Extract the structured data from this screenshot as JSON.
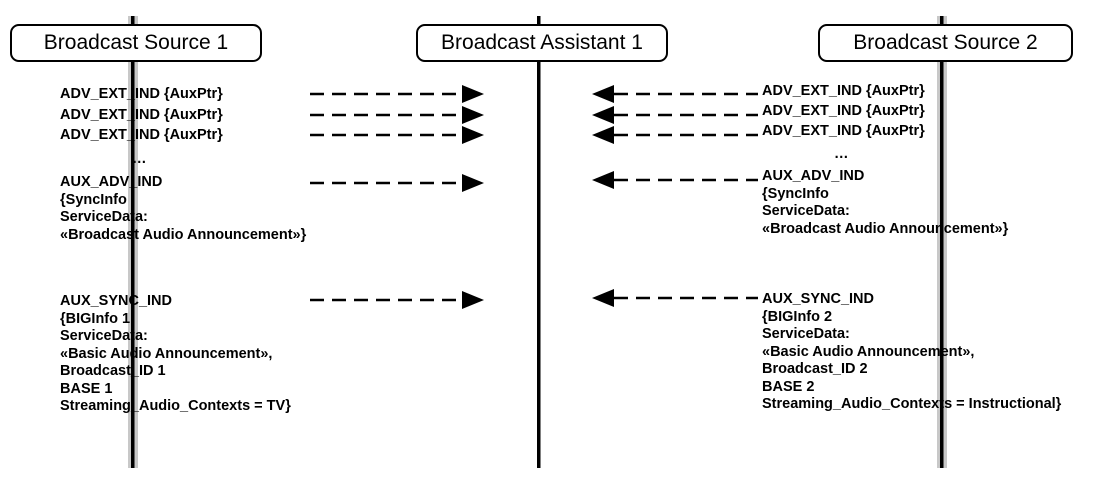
{
  "nodes": {
    "source1": "Broadcast Source 1",
    "assistant": "Broadcast Assistant 1",
    "source2": "Broadcast Source 2"
  },
  "left_messages": {
    "adv_ext_1": "ADV_EXT_IND {AuxPtr}",
    "adv_ext_2": "ADV_EXT_IND {AuxPtr}",
    "adv_ext_3": "ADV_EXT_IND {AuxPtr}",
    "ellipsis": "…",
    "aux_adv": [
      "AUX_ADV_IND",
      "{SyncInfo",
      "ServiceData:",
      "«Broadcast Audio Announcement»}"
    ],
    "aux_sync": [
      "AUX_SYNC_IND",
      "{BIGInfo 1",
      "ServiceData:",
      "«Basic Audio Announcement»,",
      "Broadcast_ID 1",
      "BASE 1",
      "Streaming_Audio_Contexts = TV}"
    ]
  },
  "right_messages": {
    "adv_ext_1": "ADV_EXT_IND {AuxPtr}",
    "adv_ext_2": "ADV_EXT_IND {AuxPtr}",
    "adv_ext_3": "ADV_EXT_IND {AuxPtr}",
    "ellipsis": "…",
    "aux_adv": [
      "AUX_ADV_IND",
      "{SyncInfo",
      "ServiceData:",
      "«Broadcast Audio Announcement»}"
    ],
    "aux_sync": [
      "AUX_SYNC_IND",
      "{BIGInfo 2",
      "ServiceData:",
      "«Basic Audio Announcement»,",
      "Broadcast_ID 2",
      "BASE 2",
      "Streaming_Audio_Contexts = Instructional}"
    ]
  },
  "colors": {
    "line": "#000000",
    "lifeline_highlight": "#c8c8c8"
  }
}
